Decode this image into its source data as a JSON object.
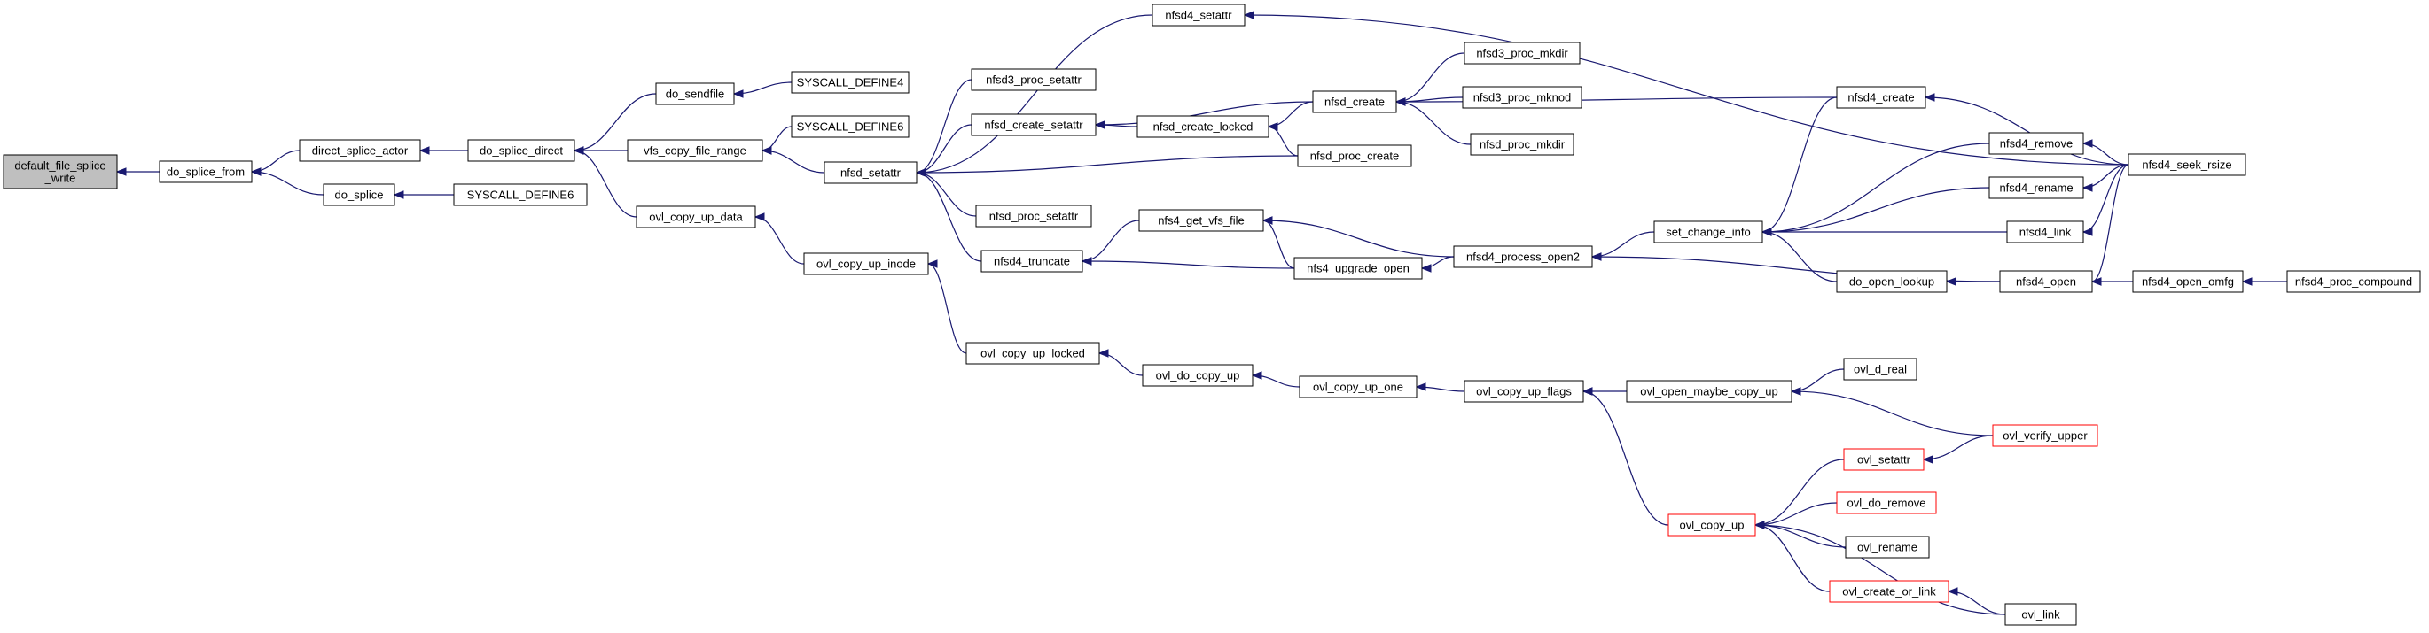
{
  "graph": {
    "colors": {
      "edge": "#191970",
      "root_fill": "#bfbfbf",
      "node_fill": "#ffffff",
      "node_border": "#000000",
      "truncated_border": "#ff0000"
    },
    "nodes": [
      {
        "id": "default_file_splice_write",
        "lines": [
          "default_file_splice",
          "_write"
        ],
        "root": true
      },
      {
        "id": "do_splice_from",
        "lines": [
          "do_splice_from"
        ]
      },
      {
        "id": "direct_splice_actor",
        "lines": [
          "direct_splice_actor"
        ]
      },
      {
        "id": "do_splice",
        "lines": [
          "do_splice"
        ]
      },
      {
        "id": "do_splice_direct",
        "lines": [
          "do_splice_direct"
        ]
      },
      {
        "id": "SYSCALL_DEFINE6_a",
        "lines": [
          "SYSCALL_DEFINE6"
        ]
      },
      {
        "id": "do_sendfile",
        "lines": [
          "do_sendfile"
        ]
      },
      {
        "id": "vfs_copy_file_range",
        "lines": [
          "vfs_copy_file_range"
        ]
      },
      {
        "id": "ovl_copy_up_data",
        "lines": [
          "ovl_copy_up_data"
        ]
      },
      {
        "id": "SYSCALL_DEFINE4",
        "lines": [
          "SYSCALL_DEFINE4"
        ]
      },
      {
        "id": "SYSCALL_DEFINE6_b",
        "lines": [
          "SYSCALL_DEFINE6"
        ]
      },
      {
        "id": "nfsd_setattr",
        "lines": [
          "nfsd_setattr"
        ]
      },
      {
        "id": "ovl_copy_up_inode",
        "lines": [
          "ovl_copy_up_inode"
        ]
      },
      {
        "id": "nfsd4_setattr",
        "lines": [
          "nfsd4_setattr"
        ]
      },
      {
        "id": "nfsd3_proc_setattr",
        "lines": [
          "nfsd3_proc_setattr"
        ]
      },
      {
        "id": "nfsd_create_setattr",
        "lines": [
          "nfsd_create_setattr"
        ]
      },
      {
        "id": "nfsd_proc_setattr",
        "lines": [
          "nfsd_proc_setattr"
        ]
      },
      {
        "id": "nfsd4_truncate",
        "lines": [
          "nfsd4_truncate"
        ]
      },
      {
        "id": "ovl_copy_up_locked",
        "lines": [
          "ovl_copy_up_locked"
        ]
      },
      {
        "id": "nfsd_create_locked",
        "lines": [
          "nfsd_create_locked"
        ]
      },
      {
        "id": "nfs4_get_vfs_file",
        "lines": [
          "nfs4_get_vfs_file"
        ]
      },
      {
        "id": "ovl_do_copy_up",
        "lines": [
          "ovl_do_copy_up"
        ]
      },
      {
        "id": "nfsd_create",
        "lines": [
          "nfsd_create"
        ]
      },
      {
        "id": "nfsd_proc_create",
        "lines": [
          "nfsd_proc_create"
        ]
      },
      {
        "id": "nfs4_upgrade_open",
        "lines": [
          "nfs4_upgrade_open"
        ]
      },
      {
        "id": "ovl_copy_up_one",
        "lines": [
          "ovl_copy_up_one"
        ]
      },
      {
        "id": "nfsd3_proc_mkdir",
        "lines": [
          "nfsd3_proc_mkdir"
        ]
      },
      {
        "id": "nfsd3_proc_mknod",
        "lines": [
          "nfsd3_proc_mknod"
        ]
      },
      {
        "id": "nfsd_proc_mkdir",
        "lines": [
          "nfsd_proc_mkdir"
        ]
      },
      {
        "id": "nfsd4_process_open2",
        "lines": [
          "nfsd4_process_open2"
        ]
      },
      {
        "id": "ovl_copy_up_flags",
        "lines": [
          "ovl_copy_up_flags"
        ]
      },
      {
        "id": "set_change_info",
        "lines": [
          "set_change_info"
        ]
      },
      {
        "id": "ovl_open_maybe_copy_up",
        "lines": [
          "ovl_open_maybe_copy_up"
        ]
      },
      {
        "id": "ovl_copy_up",
        "lines": [
          "ovl_copy_up"
        ],
        "truncated": true
      },
      {
        "id": "nfsd4_create",
        "lines": [
          "nfsd4_create"
        ]
      },
      {
        "id": "nfsd4_remove",
        "lines": [
          "nfsd4_remove"
        ]
      },
      {
        "id": "nfsd4_rename",
        "lines": [
          "nfsd4_rename"
        ]
      },
      {
        "id": "nfsd4_link",
        "lines": [
          "nfsd4_link"
        ]
      },
      {
        "id": "do_open_lookup",
        "lines": [
          "do_open_lookup"
        ]
      },
      {
        "id": "nfsd4_open",
        "lines": [
          "nfsd4_open"
        ]
      },
      {
        "id": "ovl_d_real",
        "lines": [
          "ovl_d_real"
        ]
      },
      {
        "id": "ovl_setattr",
        "lines": [
          "ovl_setattr"
        ],
        "truncated": true
      },
      {
        "id": "ovl_do_remove",
        "lines": [
          "ovl_do_remove"
        ],
        "truncated": true
      },
      {
        "id": "ovl_rename",
        "lines": [
          "ovl_rename"
        ]
      },
      {
        "id": "ovl_create_or_link",
        "lines": [
          "ovl_create_or_link"
        ],
        "truncated": true
      },
      {
        "id": "ovl_link",
        "lines": [
          "ovl_link"
        ]
      },
      {
        "id": "nfsd4_seek_rsize",
        "lines": [
          "nfsd4_seek_rsize"
        ]
      },
      {
        "id": "nfsd4_open_omfg",
        "lines": [
          "nfsd4_open_omfg"
        ]
      },
      {
        "id": "nfsd4_proc_compound",
        "lines": [
          "nfsd4_proc_compound"
        ]
      },
      {
        "id": "ovl_verify_upper",
        "lines": [
          "ovl_verify_upper"
        ],
        "truncated": true
      }
    ],
    "edges": [
      [
        "do_splice_from",
        "default_file_splice_write"
      ],
      [
        "direct_splice_actor",
        "do_splice_from"
      ],
      [
        "do_splice",
        "do_splice_from"
      ],
      [
        "do_splice_direct",
        "direct_splice_actor"
      ],
      [
        "SYSCALL_DEFINE6_a",
        "do_splice"
      ],
      [
        "do_sendfile",
        "do_splice_direct"
      ],
      [
        "vfs_copy_file_range",
        "do_splice_direct"
      ],
      [
        "ovl_copy_up_data",
        "do_splice_direct"
      ],
      [
        "SYSCALL_DEFINE4",
        "do_sendfile"
      ],
      [
        "SYSCALL_DEFINE6_b",
        "vfs_copy_file_range"
      ],
      [
        "nfsd_setattr",
        "vfs_copy_file_range"
      ],
      [
        "ovl_copy_up_inode",
        "ovl_copy_up_data"
      ],
      [
        "nfsd4_setattr",
        "nfsd_setattr"
      ],
      [
        "nfsd3_proc_setattr",
        "nfsd_setattr"
      ],
      [
        "nfsd_create_setattr",
        "nfsd_setattr"
      ],
      [
        "nfsd_proc_setattr",
        "nfsd_setattr"
      ],
      [
        "nfsd4_truncate",
        "nfsd_setattr"
      ],
      [
        "nfsd_proc_create",
        "nfsd_setattr"
      ],
      [
        "ovl_copy_up_locked",
        "ovl_copy_up_inode"
      ],
      [
        "nfsd_create_locked",
        "nfsd_create_setattr"
      ],
      [
        "nfsd_create",
        "nfsd_create_setattr"
      ],
      [
        "nfs4_get_vfs_file",
        "nfsd4_truncate"
      ],
      [
        "nfs4_upgrade_open",
        "nfsd4_truncate"
      ],
      [
        "ovl_do_copy_up",
        "ovl_copy_up_locked"
      ],
      [
        "nfsd_create",
        "nfsd_create_locked"
      ],
      [
        "nfsd_proc_create",
        "nfsd_create_locked"
      ],
      [
        "nfs4_upgrade_open",
        "nfs4_get_vfs_file"
      ],
      [
        "nfsd4_process_open2",
        "nfs4_get_vfs_file"
      ],
      [
        "ovl_copy_up_one",
        "ovl_do_copy_up"
      ],
      [
        "nfsd3_proc_mkdir",
        "nfsd_create"
      ],
      [
        "nfsd3_proc_mknod",
        "nfsd_create"
      ],
      [
        "nfsd_proc_mkdir",
        "nfsd_create"
      ],
      [
        "nfsd4_create",
        "nfsd_create"
      ],
      [
        "nfsd4_process_open2",
        "nfs4_upgrade_open"
      ],
      [
        "ovl_copy_up_flags",
        "ovl_copy_up_one"
      ],
      [
        "set_change_info",
        "nfsd4_process_open2"
      ],
      [
        "nfsd4_open",
        "nfsd4_process_open2"
      ],
      [
        "ovl_open_maybe_copy_up",
        "ovl_copy_up_flags"
      ],
      [
        "ovl_copy_up",
        "ovl_copy_up_flags"
      ],
      [
        "nfsd4_create",
        "set_change_info"
      ],
      [
        "nfsd4_remove",
        "set_change_info"
      ],
      [
        "nfsd4_rename",
        "set_change_info"
      ],
      [
        "nfsd4_link",
        "set_change_info"
      ],
      [
        "do_open_lookup",
        "set_change_info"
      ],
      [
        "ovl_d_real",
        "ovl_open_maybe_copy_up"
      ],
      [
        "ovl_verify_upper",
        "ovl_open_maybe_copy_up"
      ],
      [
        "ovl_setattr",
        "ovl_copy_up"
      ],
      [
        "ovl_do_remove",
        "ovl_copy_up"
      ],
      [
        "ovl_rename",
        "ovl_copy_up"
      ],
      [
        "ovl_create_or_link",
        "ovl_copy_up"
      ],
      [
        "ovl_link",
        "ovl_copy_up"
      ],
      [
        "nfsd4_seek_rsize",
        "nfsd4_setattr"
      ],
      [
        "nfsd4_seek_rsize",
        "nfsd4_create"
      ],
      [
        "nfsd4_seek_rsize",
        "nfsd4_remove"
      ],
      [
        "nfsd4_seek_rsize",
        "nfsd4_rename"
      ],
      [
        "nfsd4_seek_rsize",
        "nfsd4_link"
      ],
      [
        "nfsd4_open",
        "do_open_lookup"
      ],
      [
        "nfsd4_seek_rsize",
        "nfsd4_open"
      ],
      [
        "nfsd4_open_omfg",
        "nfsd4_open"
      ],
      [
        "nfsd4_proc_compound",
        "nfsd4_open_omfg"
      ],
      [
        "ovl_verify_upper",
        "ovl_setattr"
      ],
      [
        "ovl_link",
        "ovl_create_or_link"
      ]
    ]
  }
}
